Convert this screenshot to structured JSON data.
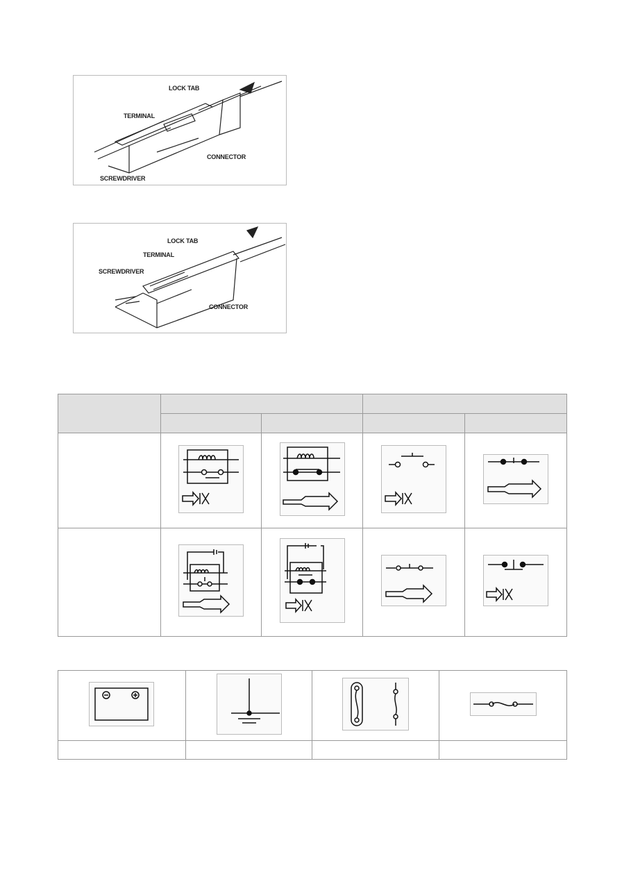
{
  "figures": [
    {
      "labels": {
        "lock_tab": "LOCK TAB",
        "terminal": "TERMINAL",
        "connector": "CONNECTOR",
        "screwdriver": "SCREWDRIVER"
      }
    },
    {
      "labels": {
        "lock_tab": "LOCK TAB",
        "terminal": "TERMINAL",
        "connector": "CONNECTOR",
        "screwdriver": "SCREWDRIVER"
      }
    }
  ],
  "relay_table": {
    "rows": [
      {
        "symbols": [
          "relay-normally-open-off-icon",
          "relay-normally-closed-on-icon",
          "switch-normally-open-icon",
          "switch-normally-closed-icon"
        ]
      },
      {
        "symbols": [
          "relay-normally-open-energized-icon",
          "relay-normally-closed-energized-icon",
          "switch-normally-open-pressed-icon",
          "switch-normally-closed-pressed-icon"
        ]
      }
    ]
  },
  "component_table": {
    "symbols": [
      "battery-icon",
      "ground-icon",
      "fuse-icon",
      "fusible-link-icon"
    ]
  }
}
